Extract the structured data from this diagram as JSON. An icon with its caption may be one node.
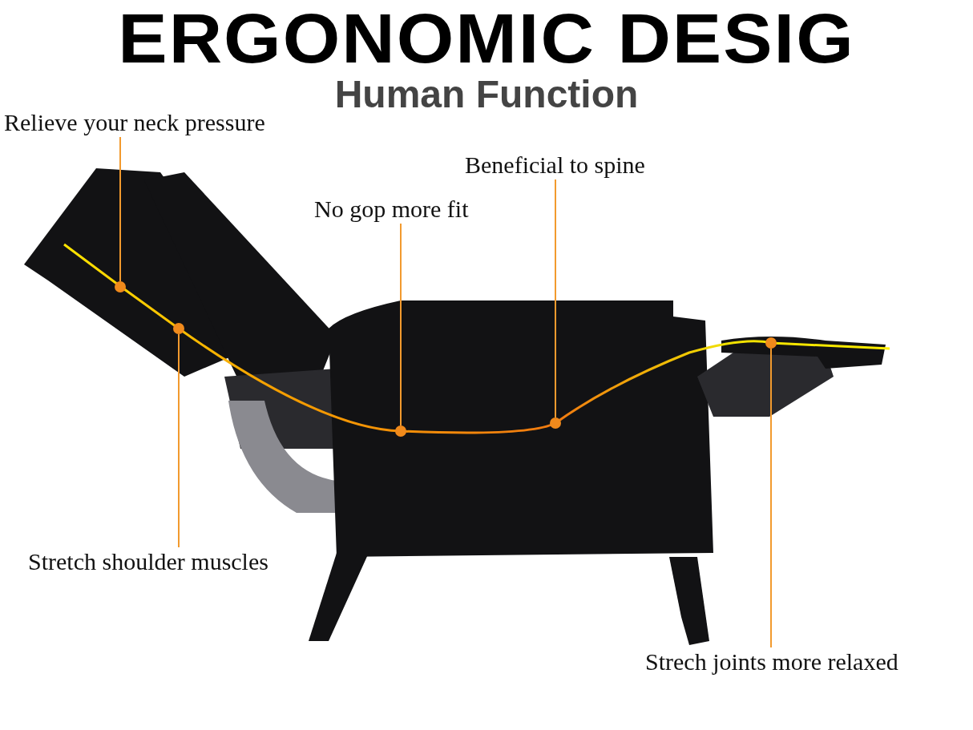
{
  "diagram": {
    "title": "ERGONOMIC DESIG",
    "nodes": [
      {
        "text": [
          "Relieve your neck pressure"
        ]
      },
      {
        "text": [
          "Beneficial to spine"
        ]
      },
      {
        "text": [
          "No gop more fit"
        ]
      },
      {
        "text": [
          "Stretch shoulder muscles"
        ]
      },
      {
        "text": [
          "Strech joints more relaxed"
        ]
      },
      {
        "text": [],
        "shape": "circle"
      },
      {
        "text": [],
        "shape": "circle"
      },
      {
        "text": [],
        "shape": "circle"
      },
      {
        "text": [],
        "shape": "circle"
      },
      {
        "text": [],
        "shape": "circle"
      }
    ],
    "edges": [
      {
        "from": 0,
        "to": 5,
        "arrow": "none"
      },
      {
        "from": 1,
        "to": 8,
        "arrow": "none"
      },
      {
        "from": 2,
        "to": 7,
        "arrow": "none"
      },
      {
        "from": 3,
        "to": 6,
        "arrow": "none"
      },
      {
        "from": 4,
        "to": 9,
        "arrow": "none"
      }
    ],
    "labels": [
      "Human Function"
    ]
  }
}
